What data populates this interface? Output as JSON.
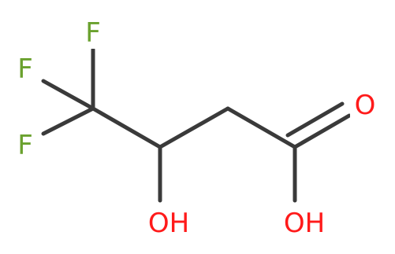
{
  "molecule": {
    "atoms": {
      "f1": {
        "symbol": "F"
      },
      "f2": {
        "symbol": "F"
      },
      "f3": {
        "symbol": "F"
      },
      "oh1": {
        "symbol": "OH"
      },
      "o_carbonyl": {
        "symbol": "O"
      },
      "oh2": {
        "symbol": "OH"
      }
    }
  },
  "colors": {
    "bond": "#3a3a3a",
    "fluorine": "#6aa12e",
    "oxygen": "#ff1a1a"
  }
}
